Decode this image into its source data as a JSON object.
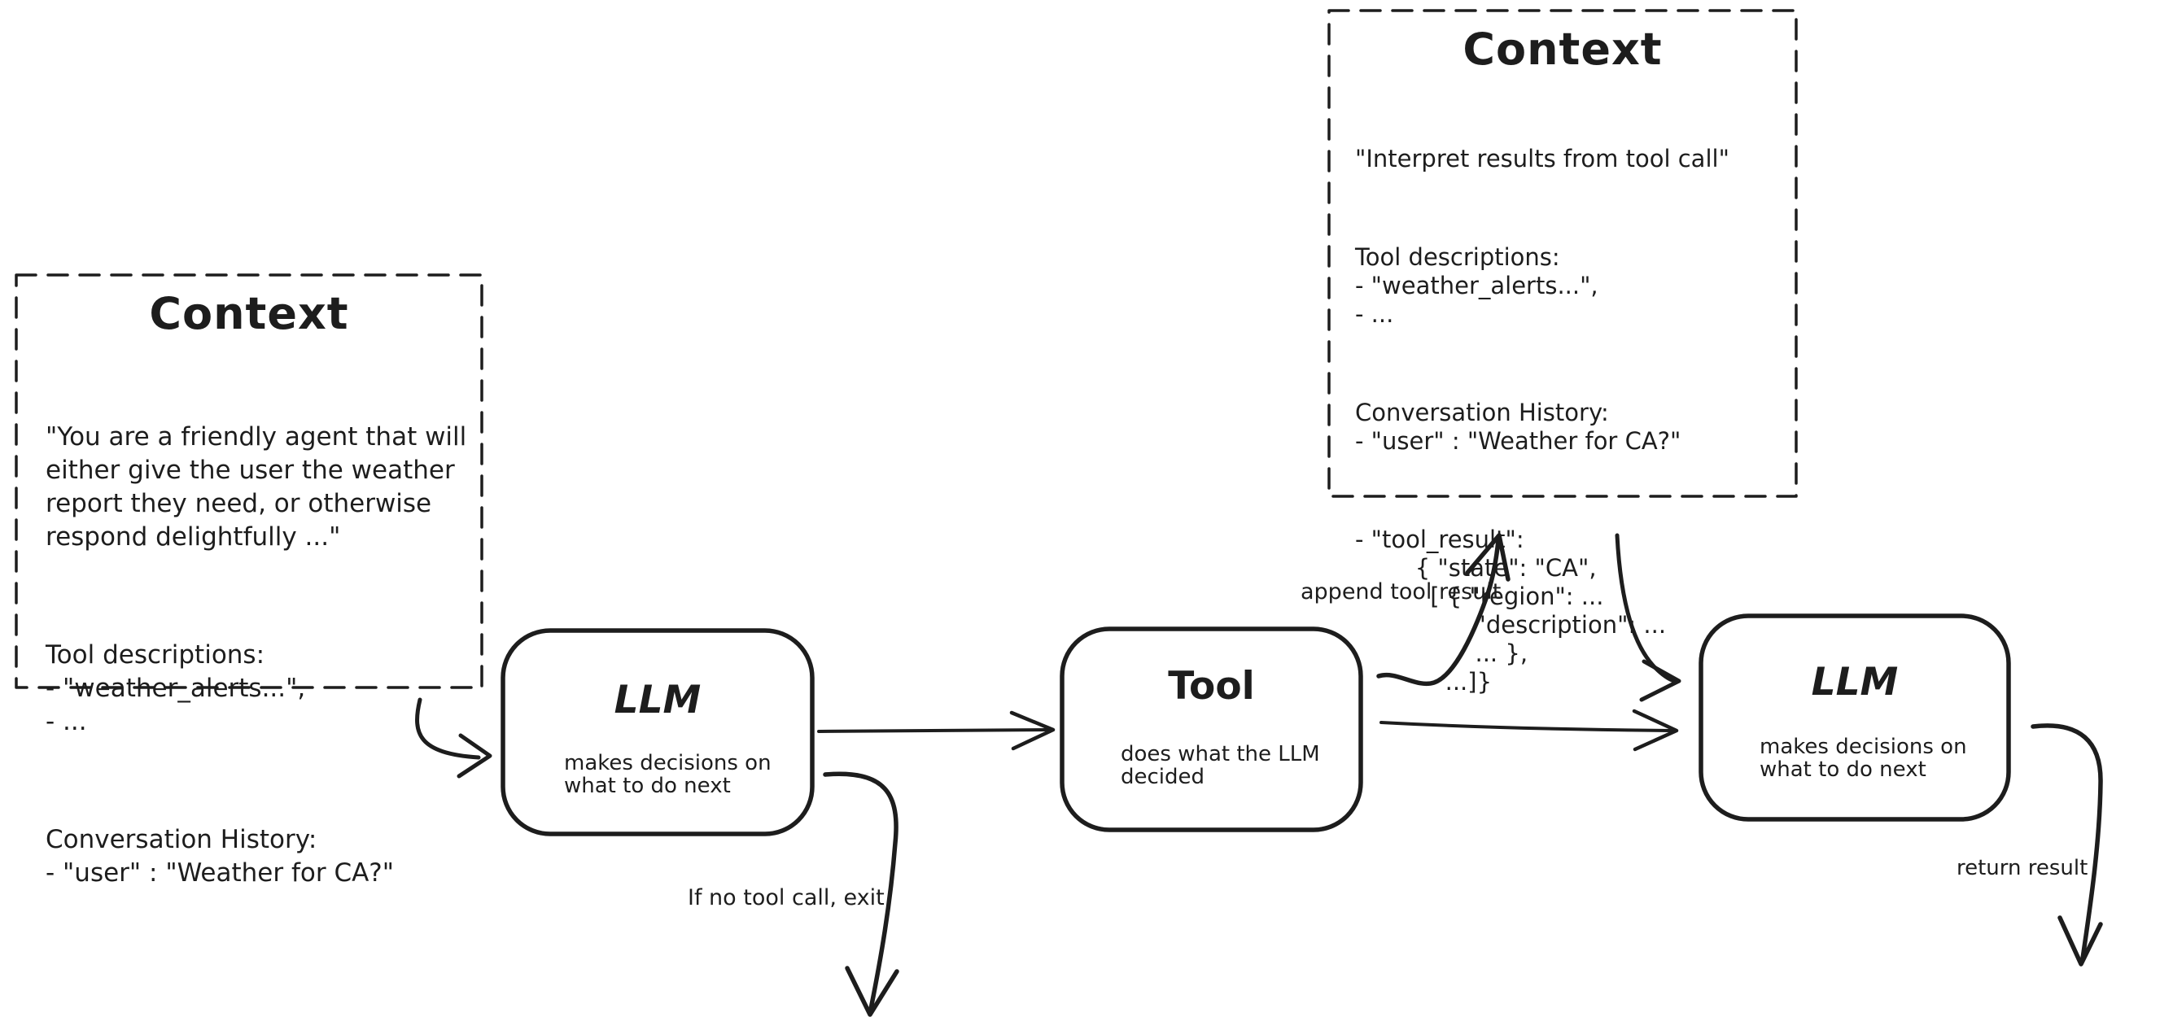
{
  "colors": {
    "ink": "#1d1d1d",
    "background": "#ffffff"
  },
  "context_left": {
    "title": "Context",
    "system_prompt": [
      "\"You are a friendly agent that will",
      "either give the user the weather",
      "report they need, or otherwise",
      "respond delightfully ...\""
    ],
    "tool_descriptions": [
      "Tool descriptions:",
      "- \"weather_alerts...\",",
      "- ..."
    ],
    "conversation_history": [
      "Conversation History:",
      "- \"user\" : \"Weather for CA?\""
    ]
  },
  "llm_1": {
    "title": "LLM",
    "subtitle": [
      "makes decisions on",
      "what to do next"
    ]
  },
  "tool": {
    "title": "Tool",
    "subtitle": [
      "does what the LLM",
      "decided"
    ]
  },
  "llm_2": {
    "title": "LLM",
    "subtitle": [
      "makes decisions on",
      "what to do next"
    ]
  },
  "context_right": {
    "title": "Context",
    "instruction": [
      "\"Interpret results from tool call\""
    ],
    "tool_descriptions": [
      "Tool descriptions:",
      "- \"weather_alerts...\",",
      "- ..."
    ],
    "conversation_history": [
      "Conversation History:",
      "- \"user\" : \"Weather for CA?\""
    ],
    "tool_result": [
      "- \"tool_result\":",
      "        { \"state\": \"CA\",",
      "          [ { \"region\": ...",
      "                \"description\": ...",
      "                ... },",
      "            ...]}"
    ]
  },
  "edge_labels": {
    "append_tool_result": "append tool result",
    "no_tool_call_exit": "If no tool call, exit",
    "return_result": "return result"
  }
}
